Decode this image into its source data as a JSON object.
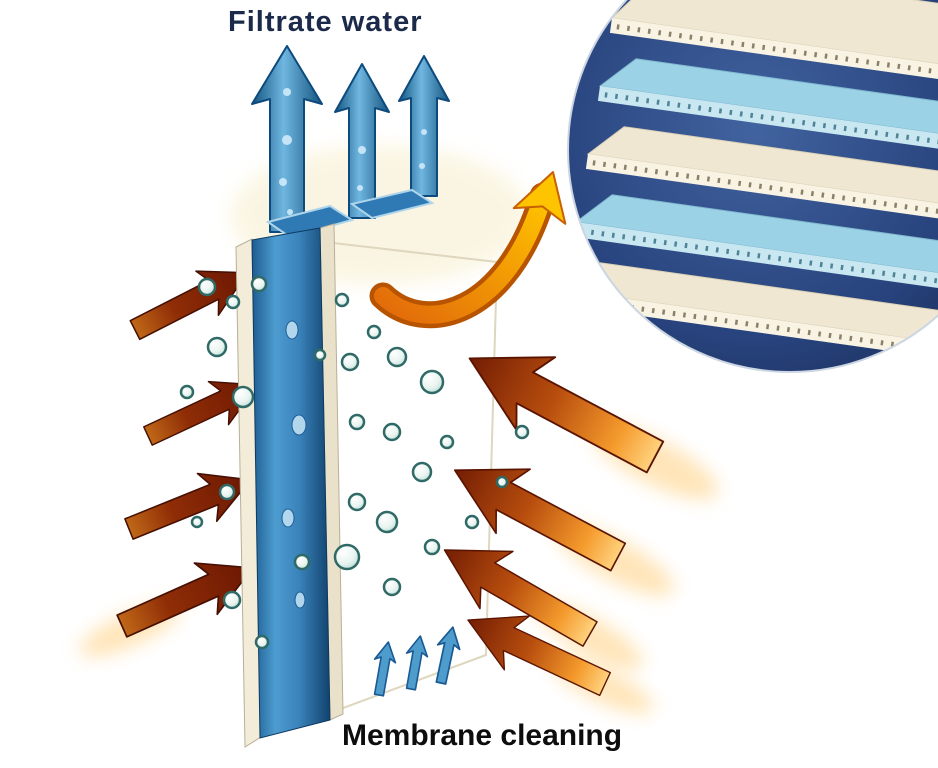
{
  "labels": {
    "filtrate_water": "Filtrate water",
    "membrane_cleaning": "Membrane cleaning"
  },
  "colors": {
    "background": "#ffffff",
    "filtrate_arrow_blue": "#4e9ccc",
    "filtrate_arrow_dark": "#0d4a7e",
    "membrane_panel_blue": "#3a83bb",
    "membrane_frame_cream": "#f2ecd8",
    "feed_arrow_red": "#8f2d06",
    "feed_arrow_orange_tail": "#f49a2c",
    "zoom_arrow_orange": "#ffc400",
    "inset_background_navy": "#27427c",
    "sheet_cream": "#efe7d2",
    "sheet_light_blue": "#9cd2e6",
    "bubble_outline_teal": "#2f6a66"
  },
  "inset": {
    "sheet_layers": [
      "cream",
      "light-blue",
      "cream",
      "light-blue",
      "cream"
    ]
  }
}
